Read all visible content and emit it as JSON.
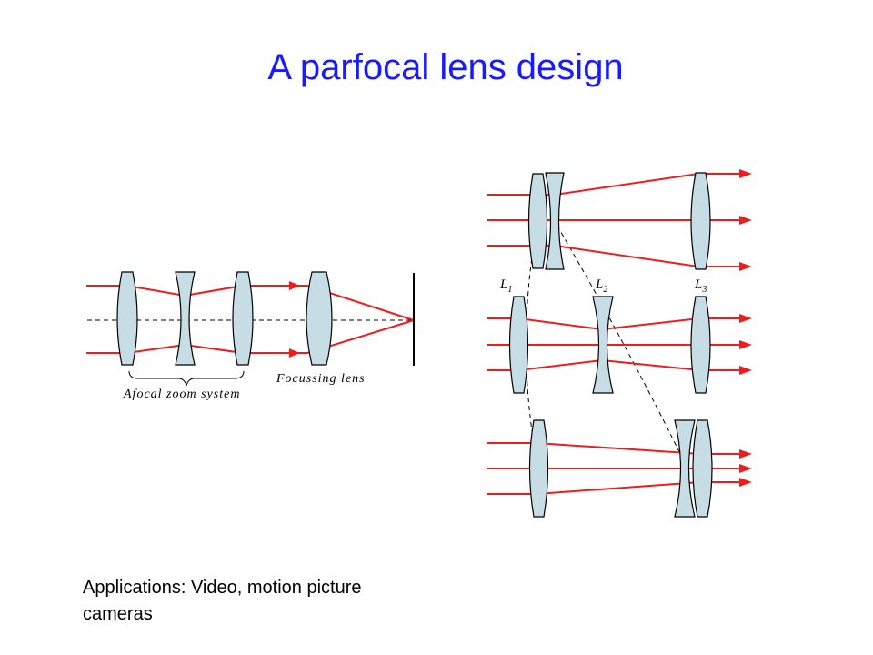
{
  "slide": {
    "title": "A parfocal lens design",
    "caption": "Applications: Video, motion picture cameras"
  },
  "left_diagram": {
    "focussing_label": "Focussing lens",
    "afocal_label": "Afocal zoom system"
  },
  "right_diagram": {
    "lens_labels": [
      {
        "symbol": "L",
        "sub": "1"
      },
      {
        "symbol": "L",
        "sub": "2"
      },
      {
        "symbol": "L",
        "sub": "3"
      }
    ]
  },
  "colors": {
    "title": "#1a1aff",
    "ray": "#ee1c1c",
    "lens_fill": "#c7dde6"
  }
}
